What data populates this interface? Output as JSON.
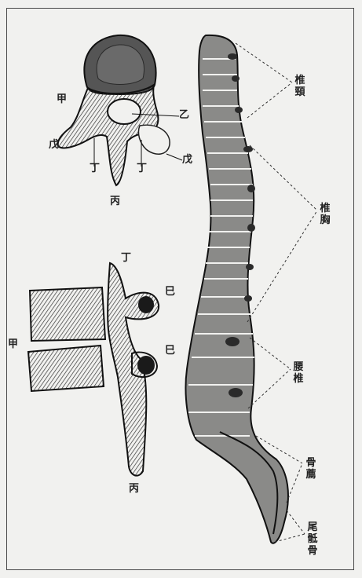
{
  "top_vertebra_labels": {
    "jia": "甲",
    "yi": "乙",
    "wu_left": "戊",
    "wu_right": "戊",
    "ding_left": "丁",
    "ding_right": "丁",
    "bing": "丙"
  },
  "side_vertebra_labels": {
    "ding": "丁",
    "si_top": "巳",
    "jia": "甲",
    "si_bottom": "巳",
    "bing": "丙"
  },
  "spine_regions": {
    "cervical": [
      "椎",
      "頸"
    ],
    "thoracic": [
      "椎",
      "胸"
    ],
    "lumbar": [
      "腰",
      "椎"
    ],
    "sacrum": [
      "骨",
      "薦"
    ],
    "coccyx": [
      "尾",
      "骶",
      "骨"
    ]
  }
}
